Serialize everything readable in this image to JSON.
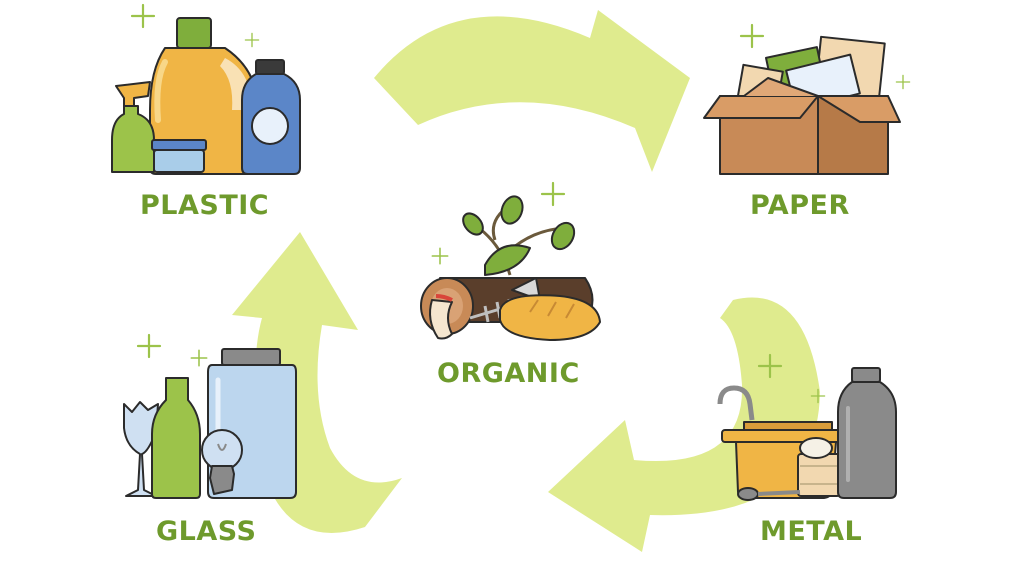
{
  "categories": {
    "plastic": "PLASTIC",
    "paper": "PAPER",
    "organic": "ORGANIC",
    "glass": "GLASS",
    "metal": "METAL"
  },
  "colors": {
    "arrow": "#dfeb8e",
    "label": "#6e9a2c",
    "sparkle": "#9cc34a",
    "outline": "#2b2b2b"
  },
  "icons": [
    "recycle-arrow",
    "sparkle-icon",
    "plastic-bottles-icon",
    "paper-box-icon",
    "organic-waste-icon",
    "glass-jars-icon",
    "metal-items-icon"
  ]
}
